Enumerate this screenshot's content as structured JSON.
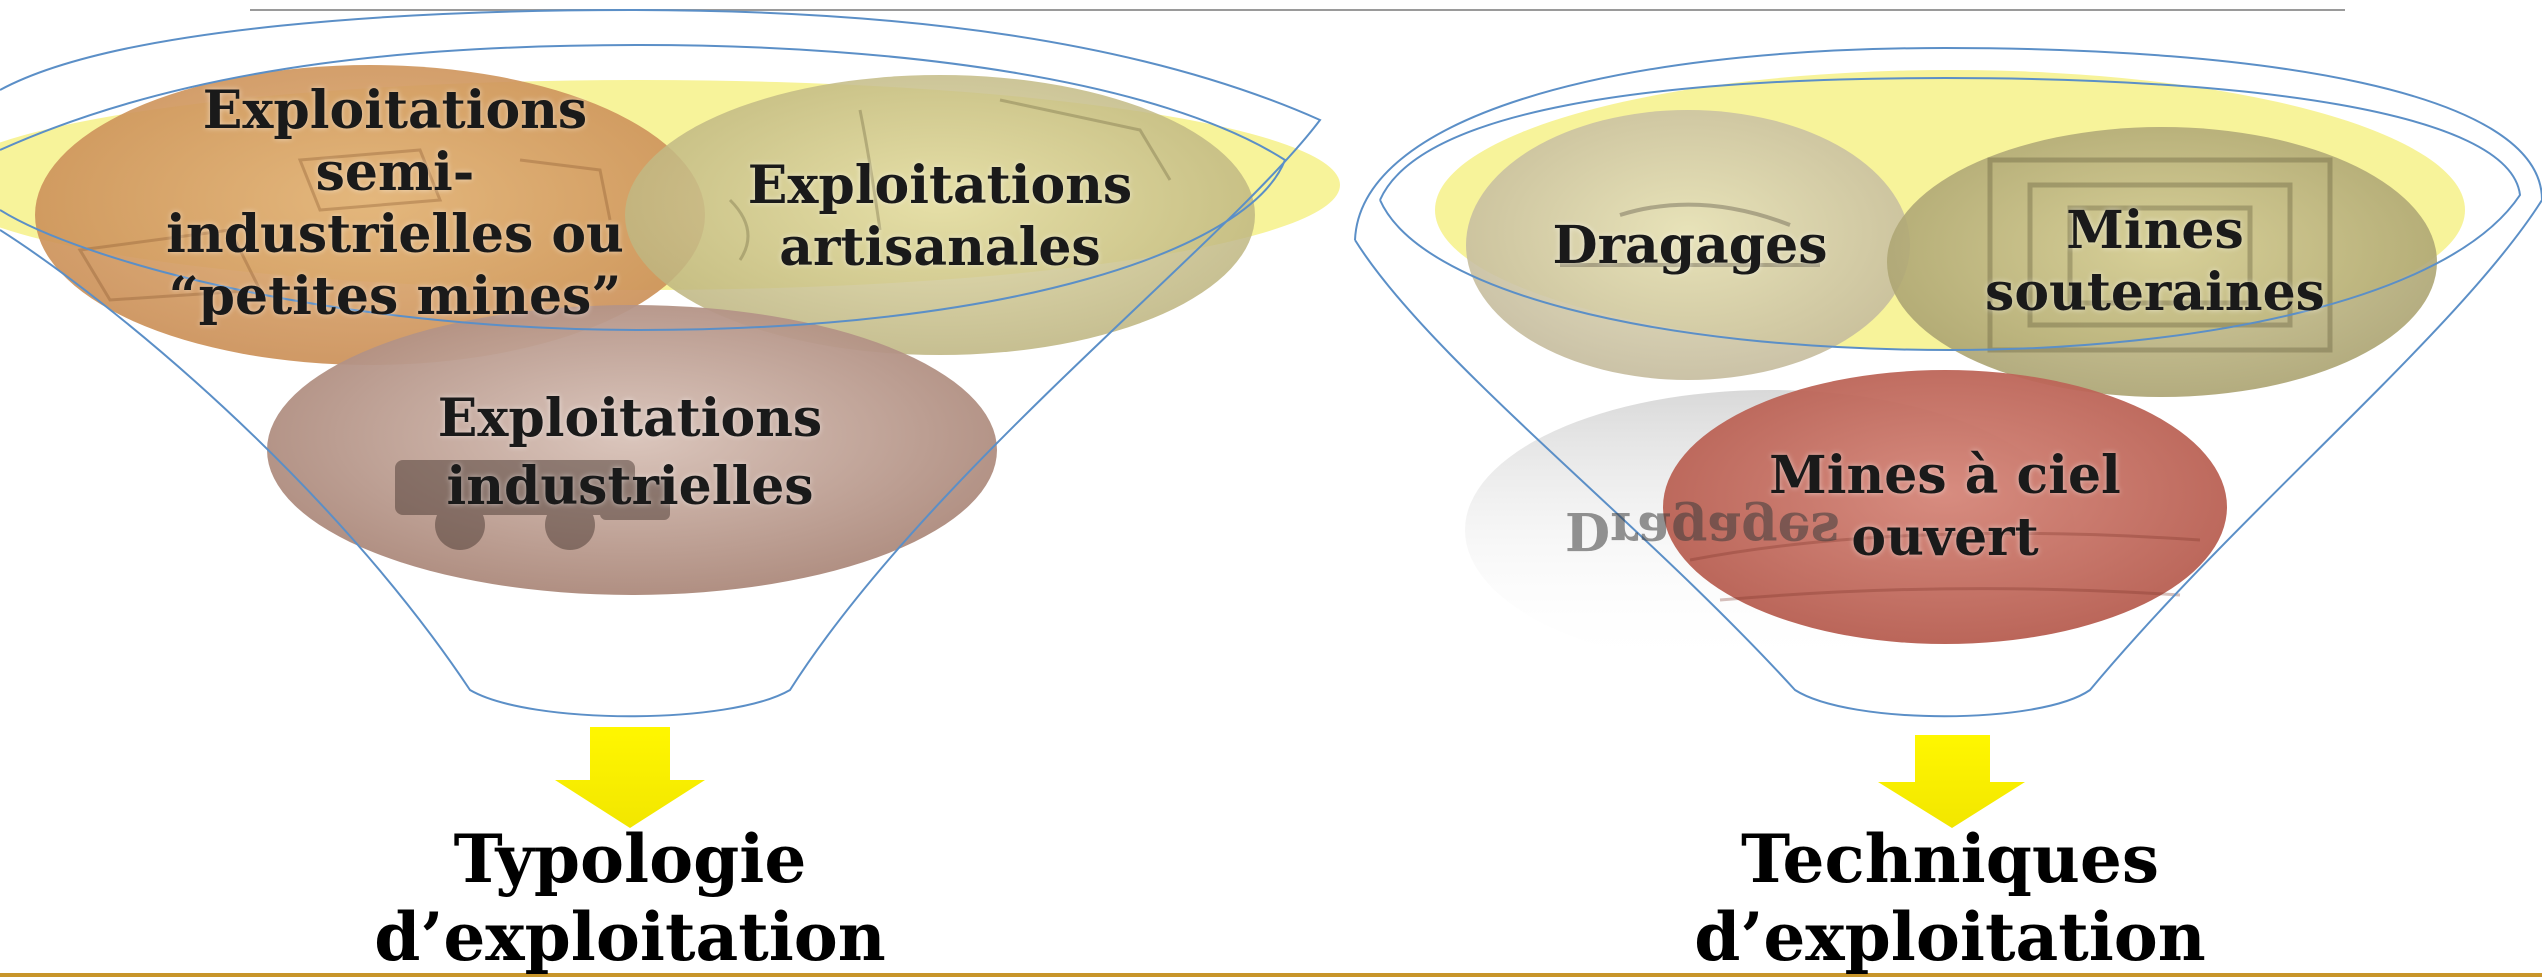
{
  "left_funnel": {
    "ovals": [
      {
        "id": "semi",
        "lines": [
          "Exploitations",
          "semi-",
          "industrielles ou",
          "“petites mines”"
        ]
      },
      {
        "id": "artisanal",
        "lines": [
          "Exploitations",
          "artisanales"
        ]
      },
      {
        "id": "industrial",
        "lines": [
          "Exploitations",
          "industrielles"
        ]
      }
    ],
    "label_lines": [
      "Typologie",
      "d’exploitation"
    ]
  },
  "right_funnel": {
    "ovals": [
      {
        "id": "dredging",
        "lines": [
          "Dragages"
        ]
      },
      {
        "id": "underground",
        "lines": [
          "Mines",
          "souteraines"
        ]
      },
      {
        "id": "open_pit",
        "lines": [
          "Mines à ciel",
          "ouvert"
        ]
      }
    ],
    "reflection_text": "Dragages",
    "label_lines": [
      "Techniques",
      "d’exploitation"
    ]
  },
  "colors": {
    "funnel_stroke": "#5b8fc7",
    "highlight_yellow": "#f7f39a",
    "arrow_yellow": "#fbf200",
    "bottom_rule": "#c8952a",
    "top_rule": "#9a9a9a"
  }
}
